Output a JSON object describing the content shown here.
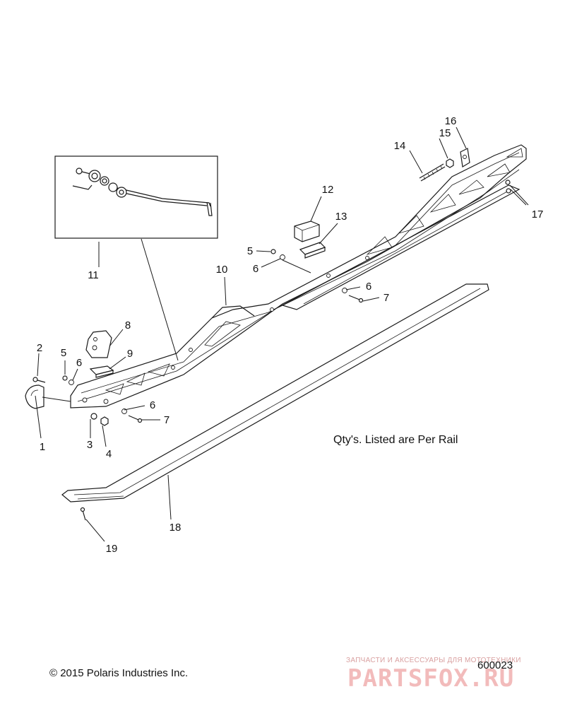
{
  "note": "Qty's. Listed are Per Rail",
  "copyright": "© 2015 Polaris Industries Inc.",
  "drawing_number": "600023",
  "watermark": {
    "tagline": "ЗАПЧАСТИ И АКСЕССУАРЫ ДЛЯ МОТОТЕХНИКИ",
    "logo": "PARTSFOX.RU"
  },
  "callouts": [
    {
      "id": "c1",
      "label": "1"
    },
    {
      "id": "c2",
      "label": "2"
    },
    {
      "id": "c3",
      "label": "3"
    },
    {
      "id": "c4",
      "label": "4"
    },
    {
      "id": "c5a",
      "label": "5"
    },
    {
      "id": "c5b",
      "label": "5"
    },
    {
      "id": "c6a",
      "label": "6"
    },
    {
      "id": "c6b",
      "label": "6"
    },
    {
      "id": "c6c",
      "label": "6"
    },
    {
      "id": "c6d",
      "label": "6"
    },
    {
      "id": "c7a",
      "label": "7"
    },
    {
      "id": "c7b",
      "label": "7"
    },
    {
      "id": "c8",
      "label": "8"
    },
    {
      "id": "c9",
      "label": "9"
    },
    {
      "id": "c10",
      "label": "10"
    },
    {
      "id": "c11",
      "label": "11"
    },
    {
      "id": "c12",
      "label": "12"
    },
    {
      "id": "c13",
      "label": "13"
    },
    {
      "id": "c14",
      "label": "14"
    },
    {
      "id": "c15",
      "label": "15"
    },
    {
      "id": "c16",
      "label": "16"
    },
    {
      "id": "c17",
      "label": "17"
    },
    {
      "id": "c18",
      "label": "18"
    },
    {
      "id": "c19",
      "label": "19"
    }
  ]
}
